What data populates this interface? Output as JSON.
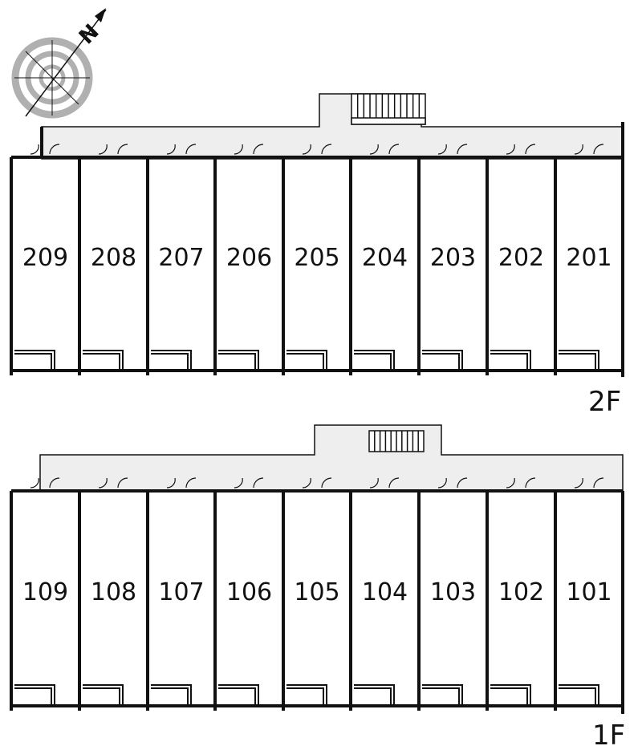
{
  "floors": [
    {
      "id": "2F",
      "label": "2F",
      "units": [
        "209",
        "208",
        "207",
        "206",
        "205",
        "204",
        "203",
        "202",
        "201"
      ]
    },
    {
      "id": "1F",
      "label": "1F",
      "units": [
        "109",
        "108",
        "107",
        "106",
        "105",
        "104",
        "103",
        "102",
        "101"
      ]
    }
  ],
  "compass": {
    "north_label": "N",
    "icon": "compass-icon"
  },
  "colors": {
    "corridor": "#eeeeee",
    "wall": "#111111",
    "compass_ring": "#b0b0b0"
  }
}
